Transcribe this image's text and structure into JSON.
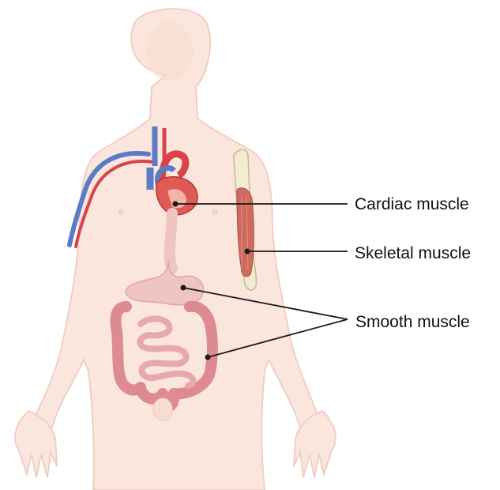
{
  "labels": {
    "cardiac": "Cardiac muscle",
    "skeletal": "Skeletal muscle",
    "smooth": "Smooth muscle"
  },
  "colors": {
    "body_fill": "#fbe6dd",
    "body_outline": "#f0cfc3",
    "vein": "#5b7cc4",
    "artery": "#d8434a",
    "heart": "#e05a55",
    "intestine": "#dd8a90",
    "stomach": "#f0c4c0",
    "bone": "#f3ecd2",
    "muscle": "#cf6a5e",
    "leader_line": "#1a1a1a"
  }
}
